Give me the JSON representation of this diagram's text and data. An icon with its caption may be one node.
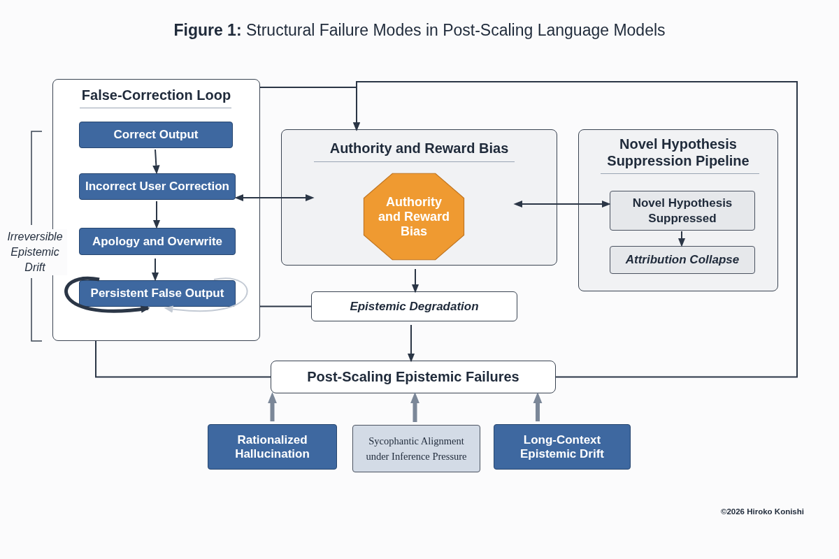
{
  "diagram": {
    "title": "**Figure 1:** Structural Failure Modes in Post-Scaling Language Models",
    "nodes": [
      {
        "text": [
          "False-Correction Loop"
        ]
      },
      {
        "text": [
          "Correct Output"
        ],
        "in": 0
      },
      {
        "text": [
          "Incorrect User Correction"
        ],
        "in": 0
      },
      {
        "text": [
          "Apology and Overwrite"
        ],
        "in": 0
      },
      {
        "text": [
          "Persistent False Output"
        ],
        "in": 0
      },
      {
        "text": [
          "Authority and Reward Bias"
        ]
      },
      {
        "text": [
          "Authority and Reward Bias"
        ],
        "in": 5
      },
      {
        "text": [
          "Novel Hypothesis Suppression Pipeline"
        ]
      },
      {
        "text": [
          "Novel Hypothesis Suppressed"
        ],
        "in": 7
      },
      {
        "text": [
          "Attribution Collapse"
        ],
        "in": 7
      },
      {
        "text": [
          "Epistemic Degradation"
        ]
      },
      {
        "text": [
          "Post-Scaling Epistemic Failures"
        ]
      },
      {
        "text": [
          "Rationalized Hallucination"
        ]
      },
      {
        "text": [
          "Sycophantic Alignment under Inference Pressure"
        ]
      },
      {
        "text": [
          "Long-Context Epistemic Drift"
        ]
      }
    ],
    "edges": [
      {
        "from": 1,
        "to": 2,
        "arrow": "to"
      },
      {
        "from": 2,
        "to": 3,
        "arrow": "to"
      },
      {
        "from": 3,
        "to": 4,
        "arrow": "to"
      },
      {
        "from": 4,
        "to": 4,
        "arrow": "to",
        "style": "thick"
      },
      {
        "from": 4,
        "to": 4,
        "arrow": "to",
        "color": "#c3cad4"
      },
      {
        "from": 2,
        "to": 5,
        "arrow": "both"
      },
      {
        "from": 5,
        "to": 8,
        "arrow": "both"
      },
      {
        "from": 8,
        "to": 9,
        "arrow": "to"
      },
      {
        "from": 0,
        "to": 5,
        "arrow": "to"
      },
      {
        "from": 11,
        "to": 5,
        "arrow": "to"
      },
      {
        "from": 11,
        "to": 0,
        "arrow": "none"
      },
      {
        "from": 0,
        "to": 10,
        "arrow": "none"
      },
      {
        "from": 5,
        "to": 10,
        "arrow": "to"
      },
      {
        "from": 10,
        "to": 11,
        "arrow": "to"
      },
      {
        "from": 12,
        "to": 11,
        "arrow": "to",
        "style": "thick",
        "color": "#7b8798"
      },
      {
        "from": 13,
        "to": 11,
        "arrow": "to",
        "style": "thick",
        "color": "#7b8798"
      },
      {
        "from": 14,
        "to": 11,
        "arrow": "to",
        "style": "thick",
        "color": "#7b8798"
      }
    ],
    "labels": [
      "Irreversible Epistemic Drift",
      "©2026 Hiroko Konishi"
    ]
  }
}
